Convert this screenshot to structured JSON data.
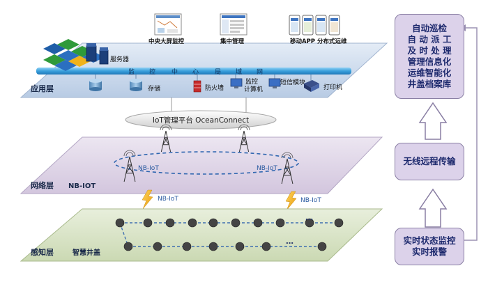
{
  "layers": {
    "application": "应用层",
    "network": "网络层",
    "network_sub": "NB-IOT",
    "perception": "感知层",
    "perception_sub": "智慧井盖"
  },
  "app_top": {
    "screen_monitor": "中央大屏监控",
    "central_manage": "集中管理",
    "mobile_app": "移动APP 分布式运维"
  },
  "app_items": {
    "server": "服务器",
    "storage": "存储",
    "firewall": "防火墙",
    "monitor_pc_1": "监控",
    "monitor_pc_2": "计算机",
    "sms_module": "短信模块",
    "printer": "打印机"
  },
  "lan_chars": [
    "监",
    "控",
    "中",
    "心",
    "局",
    "域",
    "网"
  ],
  "platform": "IoT管理平台 OceanConnect",
  "nb_labels": {
    "ring_left": "NB-IoT",
    "ring_right": "NB-IoT",
    "link_left": "NB-IoT",
    "link_right": "NB-IoT"
  },
  "dots_more": [
    "…",
    "…"
  ],
  "side_boxes": {
    "top": [
      "自动巡检",
      "自 动 派 工",
      "及 时 处 理",
      "管理信息化",
      "运维智能化",
      "井盖档案库"
    ],
    "middle": [
      "无线远程传输"
    ],
    "bottom": [
      "实时状态监控",
      "实时报警"
    ]
  },
  "colors": {
    "app_plane": "#c7d6ea",
    "network_plane": "#ddd3e6",
    "perception_plane": "#d8e4c4",
    "lan_bar": "#3aa0dc",
    "side_box": "#dcd2ea",
    "node": "#444444",
    "lightning": "#f4b01c"
  }
}
